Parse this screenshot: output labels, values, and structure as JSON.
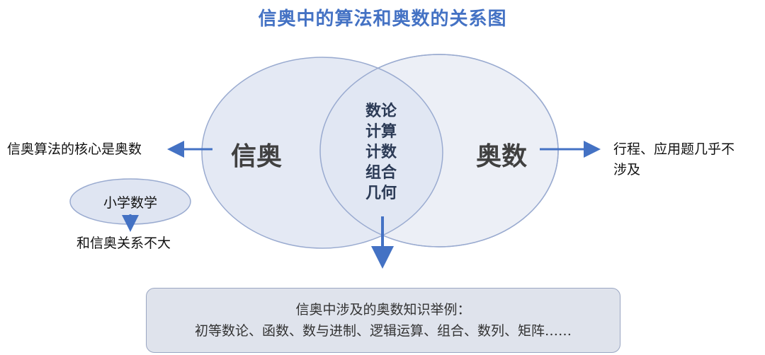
{
  "title": "信奥中的算法和奥数的关系图",
  "venn": {
    "left_label": "信奥",
    "right_label": "奥数",
    "overlap_items": [
      "数论",
      "计算",
      "计数",
      "组合",
      "几何"
    ]
  },
  "annotations": {
    "left": "信奥算法的核心是奥数",
    "right_line1": "行程、应用题几乎不",
    "right_line2": "涉及",
    "small_ellipse": "小学数学",
    "small_ellipse_note": "和信奥关系不大"
  },
  "bottom_box": {
    "heading": "信奥中涉及的奥数知识举例：",
    "examples": "初等数论、函数、数与进制、逻辑运算、组合、数列、矩阵……"
  },
  "colors": {
    "title": "#4472C4",
    "arrow": "#4472C4",
    "left_circle_fill": "#dfe5f2",
    "right_circle_fill": "#eceff6",
    "circle_stroke": "#9aabd0"
  }
}
